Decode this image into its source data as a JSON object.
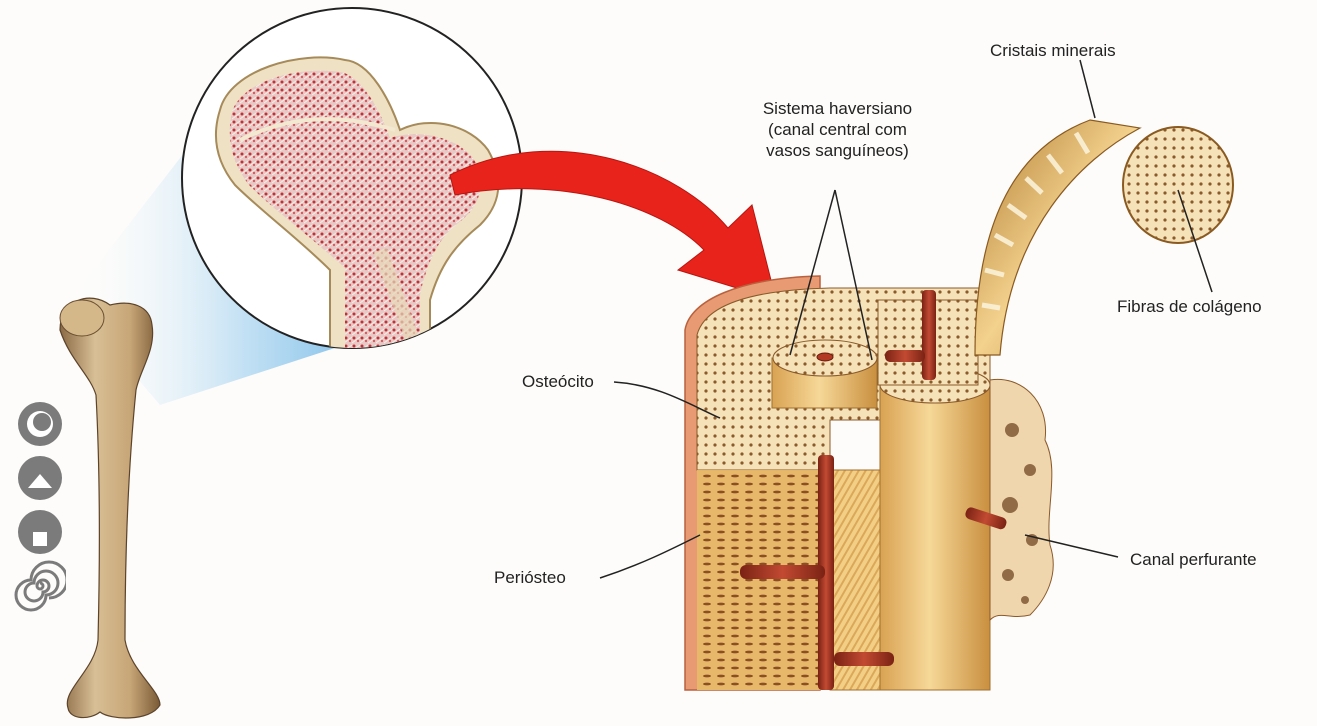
{
  "labels": {
    "cristais_minerais": "Cristais minerais",
    "sistema_haversiano": [
      "Sistema haversiano",
      "(canal central com",
      "vasos sanguíneos)"
    ],
    "fibras_colageno": "Fibras de colágeno",
    "osteocito": "Osteócito",
    "periosteo": "Periósteo",
    "canal_perfurante": "Canal perfurante"
  },
  "toolbar": {
    "icons": [
      "eye-icon",
      "eject-icon",
      "stop-icon",
      "spiral-icon"
    ]
  },
  "colors": {
    "arrow": "#e8231b",
    "vessel": "#a2331f",
    "bone_light": "#f1cf89",
    "bone_mid": "#d9a553",
    "marrow": "#c8323a",
    "zoom_cone": "#6fb7e6",
    "periosteum": "#e89a72",
    "tool_grey": "#7b7b7b"
  }
}
